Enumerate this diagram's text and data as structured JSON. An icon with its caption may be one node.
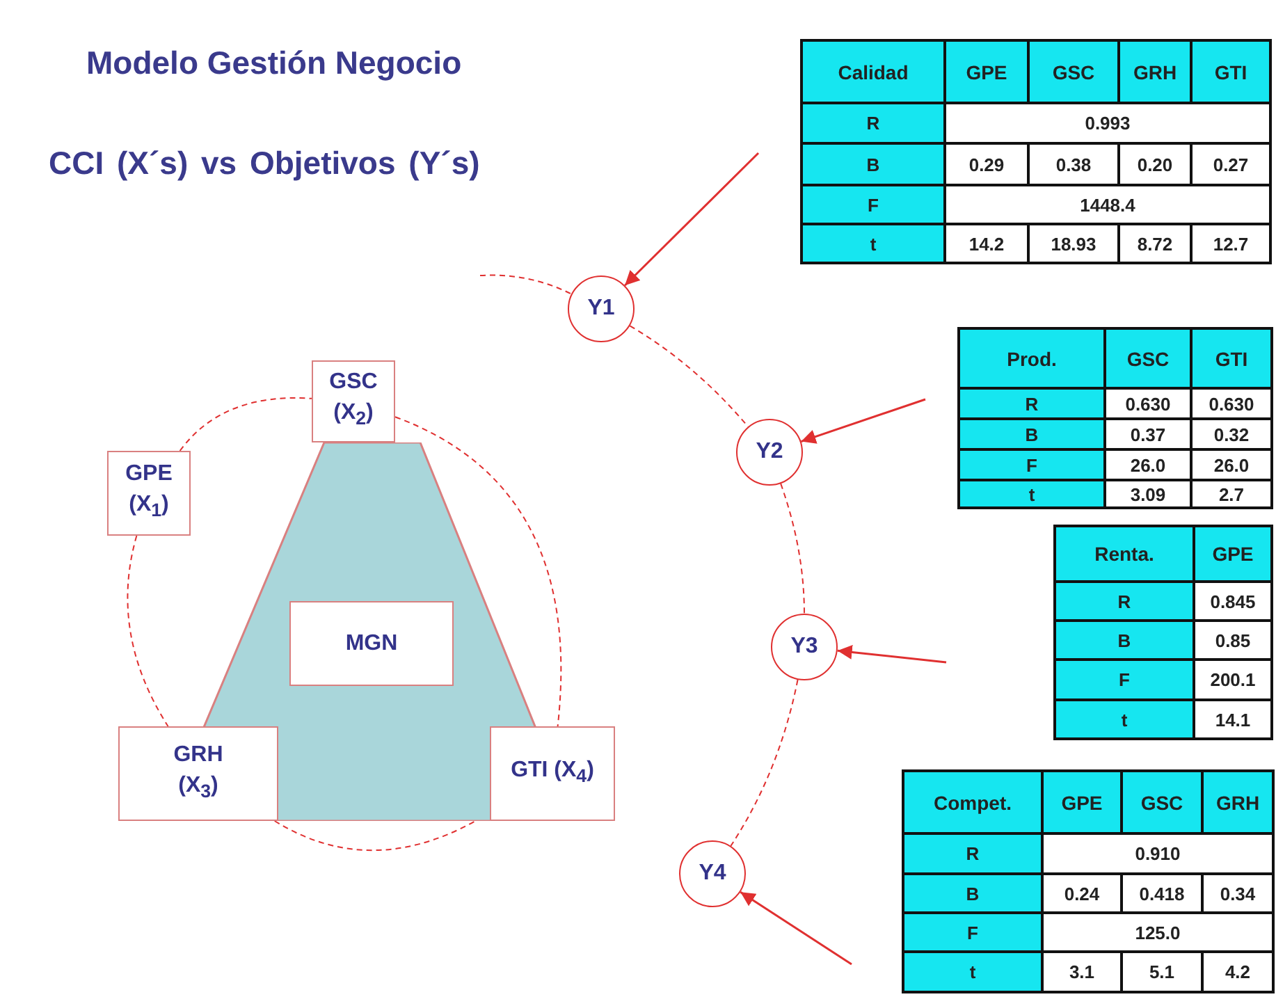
{
  "diagram": {
    "title": "Modelo Gestión Negocio",
    "nodes": [
      {
        "text": [],
        "shape": "trapezoid"
      },
      {
        "text": [
          "GPE (X$_{1}$)"
        ]
      },
      {
        "text": [
          "GSC (X$_{2}$)"
        ]
      },
      {
        "text": [
          "MGN"
        ],
        "in": 0
      },
      {
        "text": [
          "GRH (X$_{3}$)"
        ]
      },
      {
        "text": [
          "GTI (X$_{4}$)"
        ]
      },
      {
        "text": [
          "Y1"
        ]
      },
      {
        "text": [
          "Y2"
        ]
      },
      {
        "text": [
          "Y3"
        ]
      },
      {
        "text": [
          "Y4"
        ]
      }
    ],
    "edges": [
      {
        "from": 1,
        "to": 2,
        "arrow": "none",
        "style": "dashed"
      },
      {
        "from": 2,
        "to": 5,
        "arrow": "none",
        "style": "dashed"
      },
      {
        "from": 1,
        "to": 4,
        "arrow": "none",
        "style": "dashed"
      },
      {
        "from": 4,
        "to": 5,
        "arrow": "none",
        "style": "dashed"
      },
      {
        "from": null,
        "to": 6,
        "arrow": "none",
        "style": "dashed"
      },
      {
        "from": 6,
        "to": 7,
        "arrow": "none",
        "style": "dashed"
      },
      {
        "from": 7,
        "to": 8,
        "arrow": "none",
        "style": "dashed"
      },
      {
        "from": 8,
        "to": 9,
        "arrow": "none",
        "style": "dashed"
      },
      {
        "from": null,
        "to": 6,
        "arrow": "to"
      },
      {
        "from": null,
        "to": 7,
        "arrow": "to"
      },
      {
        "from": null,
        "to": 8,
        "arrow": "to"
      },
      {
        "from": null,
        "to": 9,
        "arrow": "to"
      }
    ],
    "labels": [
      "CCI (X´s) vs Objetivos (Y´s)",
      "Calidad",
      "GPE",
      "GSC",
      "GRH",
      "GTI",
      "R",
      "0.993",
      "B",
      "0.29",
      "0.38",
      "0.20",
      "0.27",
      "F",
      "1448.4",
      "t",
      "14.2",
      "18.93",
      "8.72",
      "12.7",
      "Prod.",
      "GSC",
      "GTI",
      "R",
      "0.630",
      "0.630",
      "B",
      "0.37",
      "0.32",
      "F",
      "26.0",
      "26.0",
      "t",
      "3.09",
      "2.7",
      "Renta.",
      "GPE",
      "R",
      "0.845",
      "B",
      "0.85",
      "F",
      "200.1",
      "t",
      "14.1",
      "Compet.",
      "GPE",
      "GSC",
      "GRH",
      "R",
      "0.910",
      "B",
      "0.24",
      "0.418",
      "0.34",
      "F",
      "125.0",
      "t",
      "3.1",
      "5.1",
      "4.2"
    ]
  }
}
